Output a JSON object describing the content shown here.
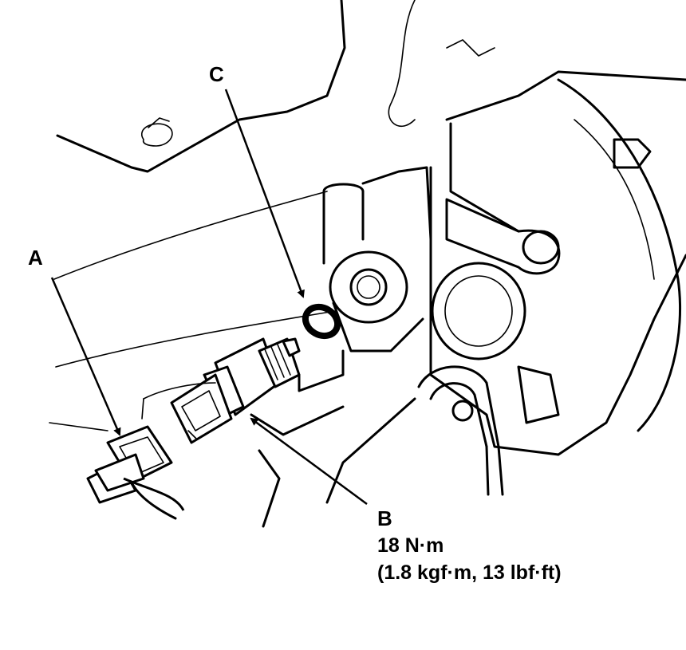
{
  "callouts": {
    "a": "A",
    "b": "B",
    "c": "C"
  },
  "torque": {
    "nm": "18 N·m",
    "alt": "(1.8 kgf·m, 13 lbf·ft)"
  },
  "colors": {
    "line": "#000000",
    "background": "#ffffff"
  }
}
